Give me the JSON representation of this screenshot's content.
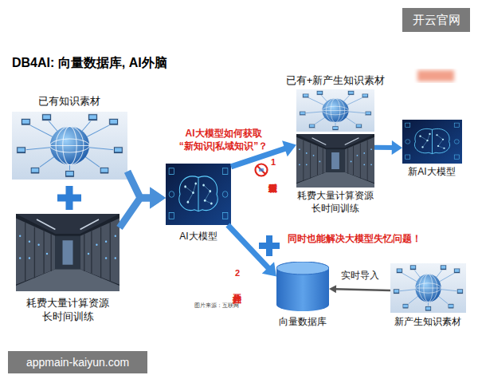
{
  "diagram": {
    "title": "DB4AI: 向量数据库, AI外脑",
    "nodes": [
      {
        "text": [
          "已有知识素材"
        ]
      },
      {
        "text": [
          "耗费大量计算资源 长时间训练"
        ]
      },
      {
        "text": [
          "AI大模型"
        ]
      },
      {
        "text": [
          "已有+新产生知识素材"
        ]
      },
      {
        "text": [
          "耗费大量计算资源 长时间训练"
        ]
      },
      {
        "text": [
          "新AI大模型"
        ]
      },
      {
        "text": [
          "向量数据库"
        ]
      },
      {
        "text": [
          "新产生知识素材"
        ]
      }
    ],
    "edges": [
      {
        "from": 0,
        "to": 2,
        "arrow": "to"
      },
      {
        "from": 1,
        "to": 2,
        "arrow": "to"
      },
      {
        "from": 2,
        "to": 4,
        "label": "1 重新训练",
        "arrow": "to"
      },
      {
        "from": 4,
        "to": 5,
        "arrow": "to"
      },
      {
        "from": 2,
        "to": 6,
        "label": "2 开启外挂",
        "arrow": "to"
      },
      {
        "from": 7,
        "to": 6,
        "label": "实时导入",
        "arrow": "to"
      }
    ],
    "labels": [
      "AI大模型如何获取 “新知识|私域知识”？",
      "同时也能解决大模型失忆问题！",
      "图片来源：互联网",
      "开云官网",
      "appmain-kaiyun.com"
    ]
  }
}
